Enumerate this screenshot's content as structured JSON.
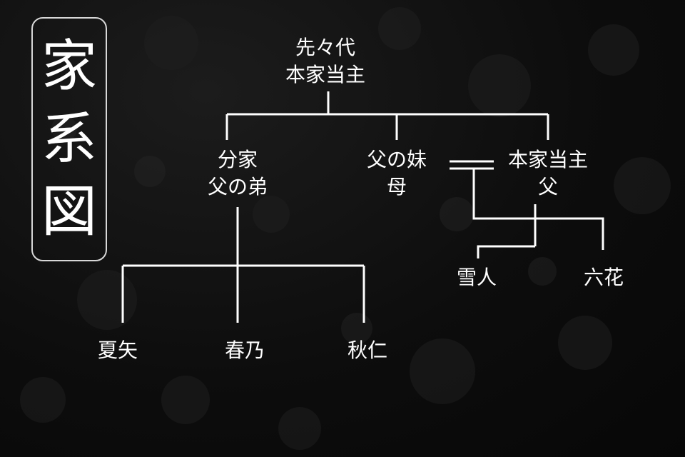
{
  "title": "家系図",
  "nodes": {
    "great_grandparent": {
      "line1": "先々代",
      "line2": "本家当主"
    },
    "branch_uncle": {
      "line1": "分家",
      "line2": "父の弟"
    },
    "mother": {
      "line1": "父の妹",
      "line2": "母"
    },
    "father": {
      "line1": "本家当主",
      "line2": "父"
    },
    "natsuya": {
      "line1": "夏矢"
    },
    "haruno": {
      "line1": "春乃"
    },
    "akihito": {
      "line1": "秋仁"
    },
    "yukito": {
      "line1": "雪人"
    },
    "rikka": {
      "line1": "六花"
    }
  },
  "colors": {
    "background": "#0b0b0b",
    "text": "#ffffff",
    "line": "#ffffff",
    "border": "#d8d8d8"
  }
}
